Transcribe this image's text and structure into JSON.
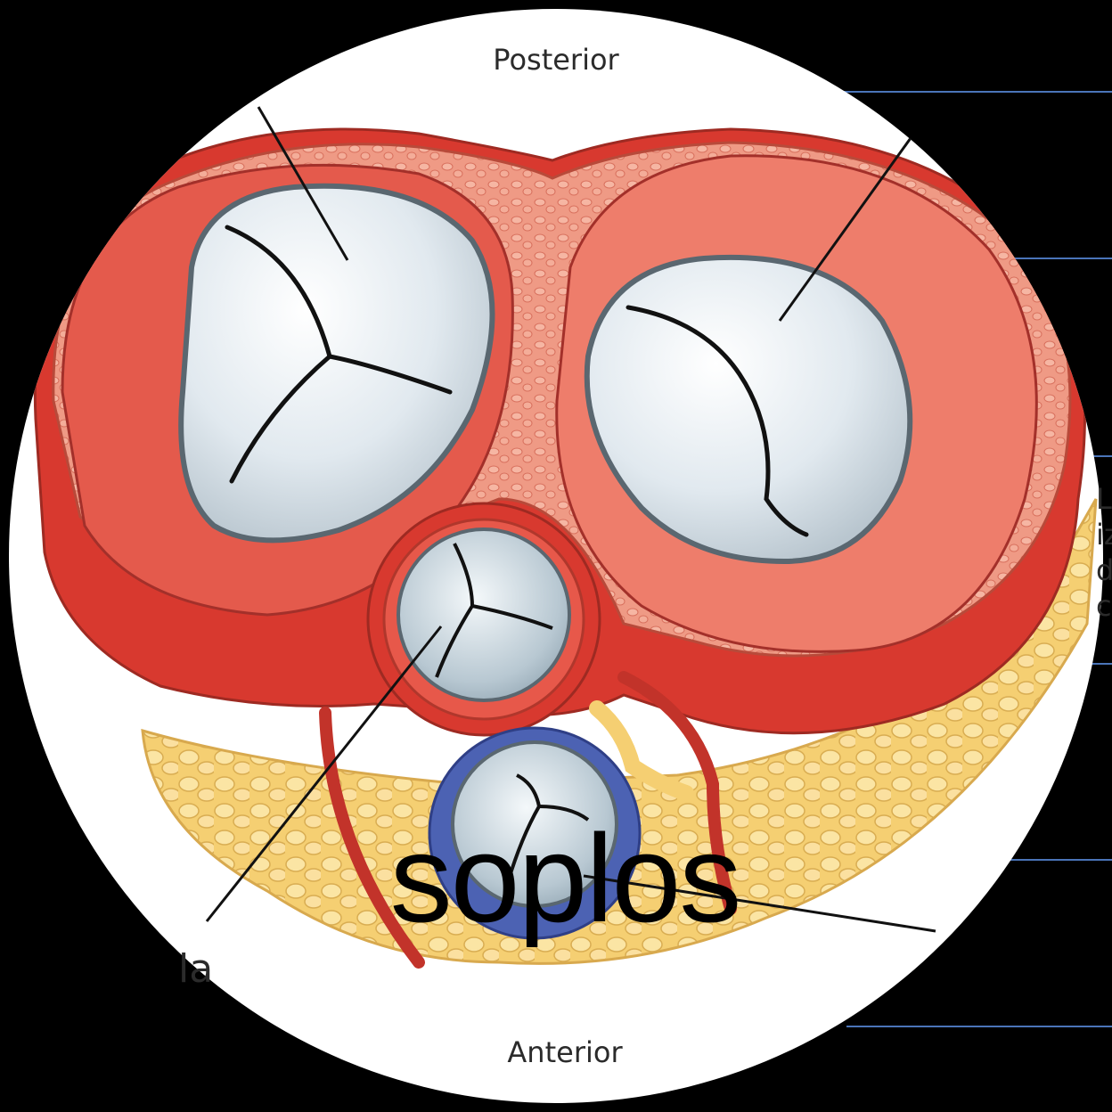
{
  "labels": {
    "top": "Posterior",
    "bottom": "Anterior",
    "fragment_left": "la",
    "fragment_right": "L\niz\nd\nc"
  },
  "title": "soplos",
  "colors": {
    "background": "#000000",
    "circle": "#ffffff",
    "muscle": "#e0473e",
    "muscle_light": "#ec7a68",
    "fat": "#f6d37d",
    "valve": "#dfe8ee",
    "pulmonary_ring": "#4c62b3",
    "rule_lines": "#4a74b8"
  }
}
